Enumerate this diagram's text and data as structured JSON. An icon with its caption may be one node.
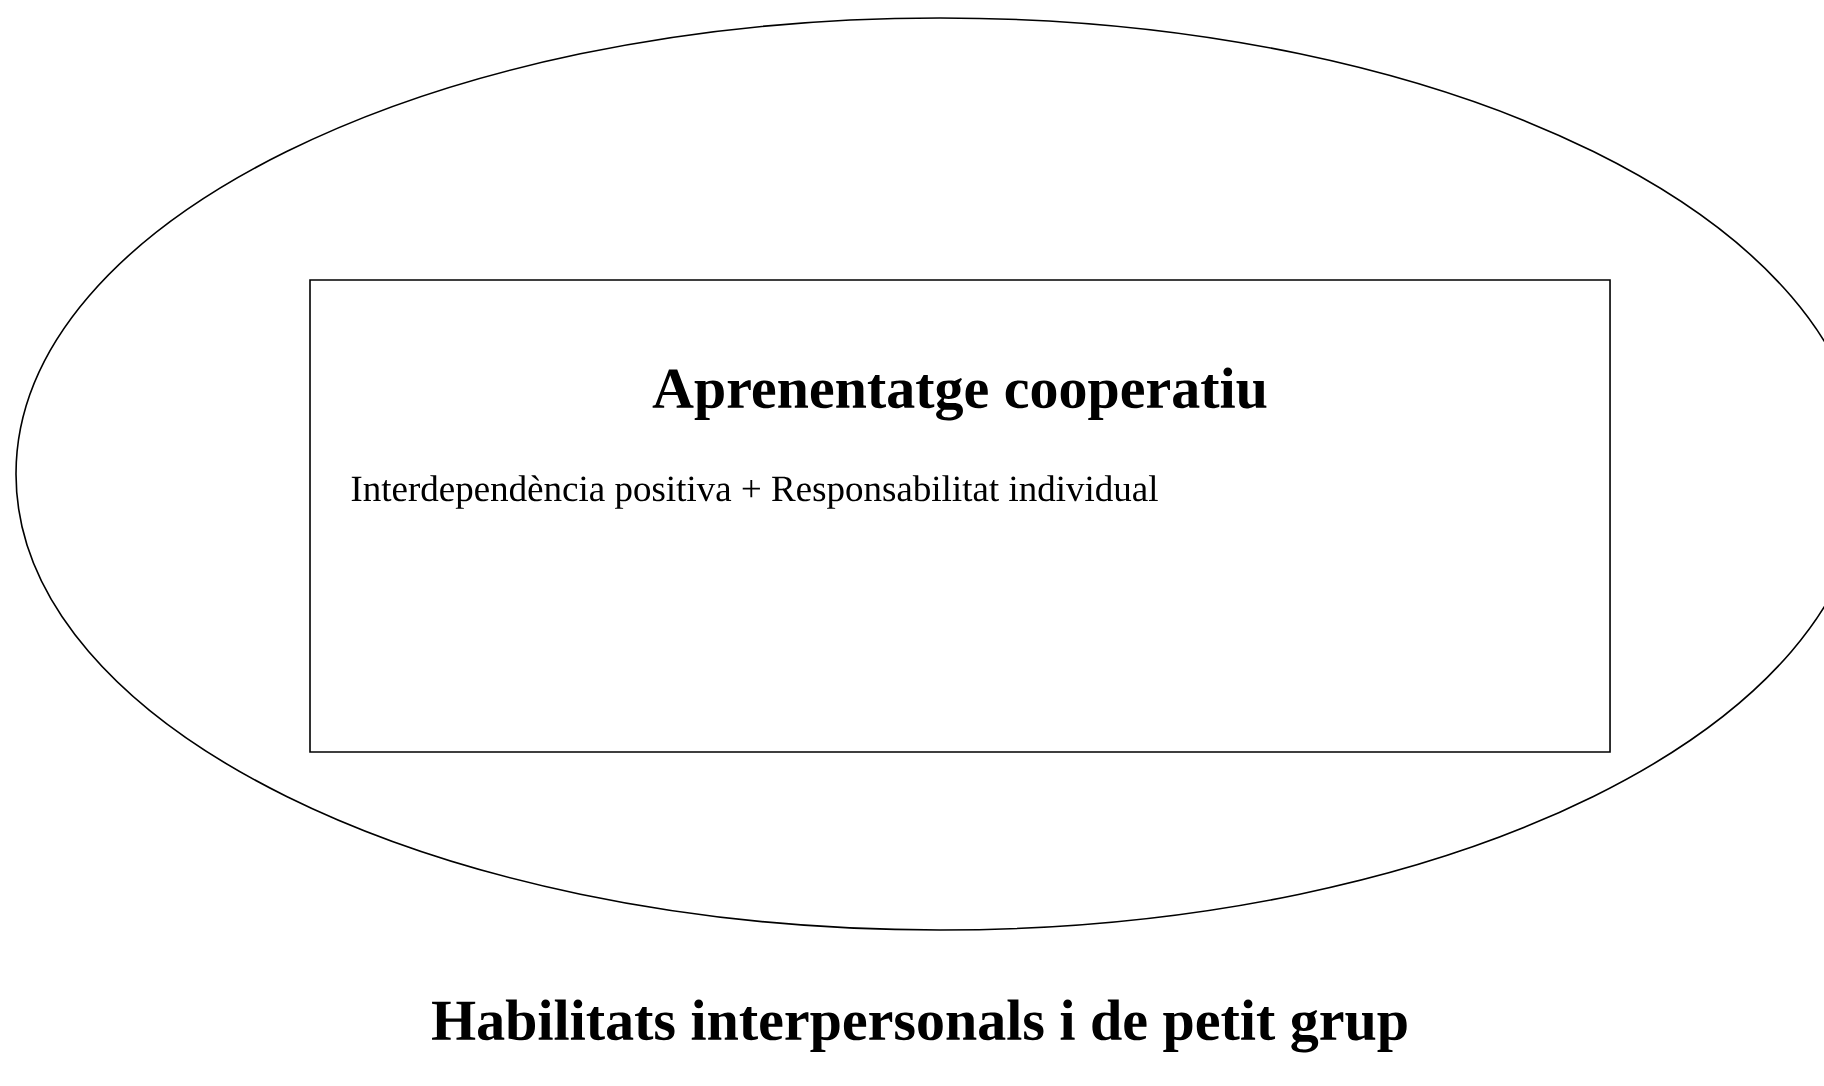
{
  "diagram": {
    "nodes": [
      {
        "text": [
          "Habilitats interpersonals i de petit grup"
        ]
      },
      {
        "text": [
          "Aprenentatge cooperatiu",
          "Interdependència positiva + Responsabilitat individual"
        ],
        "in": 0
      }
    ]
  }
}
